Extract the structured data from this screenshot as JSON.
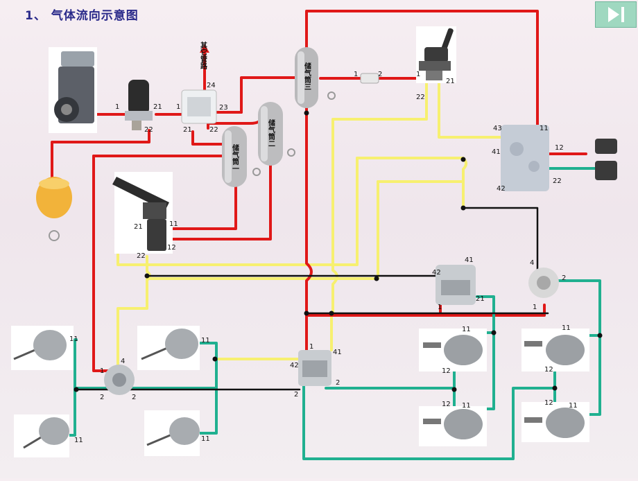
{
  "title": "1、 气体流向示意图",
  "nav": {
    "next_icon": "play-next-icon"
  },
  "colors": {
    "red": "#e01818",
    "yellow": "#f7f070",
    "green": "#20b090",
    "black": "#111111"
  },
  "tanks": {
    "tank1": "储气筒一",
    "tank2": "储气筒二",
    "tank3": "储气筒三"
  },
  "other_lines": "其它管路",
  "ports": {
    "comp_1": "1",
    "dryer_21": "21",
    "dryer_22": "22",
    "pv_1": "1",
    "pv_24": "24",
    "pv_23": "23",
    "pv_21": "21",
    "pv_22": "22",
    "filt_1": "1",
    "filt_2": "2",
    "hand_1": "1",
    "hand_21": "21",
    "hand_22": "22",
    "trl_43": "43",
    "trl_11": "11",
    "trl_41": "41",
    "trl_42": "42",
    "trl_12": "12",
    "trl_22": "22",
    "foot_21": "21",
    "foot_11": "11",
    "foot_22": "22",
    "foot_12": "12",
    "relay_42": "42",
    "relay_41": "41",
    "relay_1": "1",
    "relay_21": "21",
    "quick_4": "4",
    "quick_2": "2",
    "quick_1": "1",
    "fdist_1": "1",
    "fdist_4": "4",
    "fdist_2a": "2",
    "fdist_2b": "2",
    "rdist_1": "1",
    "rdist_41": "41",
    "rdist_42": "42",
    "rdist_2a": "2",
    "rdist_2b": "2",
    "ch_fl": "11",
    "ch_fr": "11",
    "ch_fl2": "11",
    "ch_fr2": "11",
    "sp1_11": "11",
    "sp1_12": "12",
    "sp2_11": "11",
    "sp2_12": "12",
    "sp3_11": "11",
    "sp3_12": "12",
    "sp4_11": "11",
    "sp4_12": "12"
  }
}
